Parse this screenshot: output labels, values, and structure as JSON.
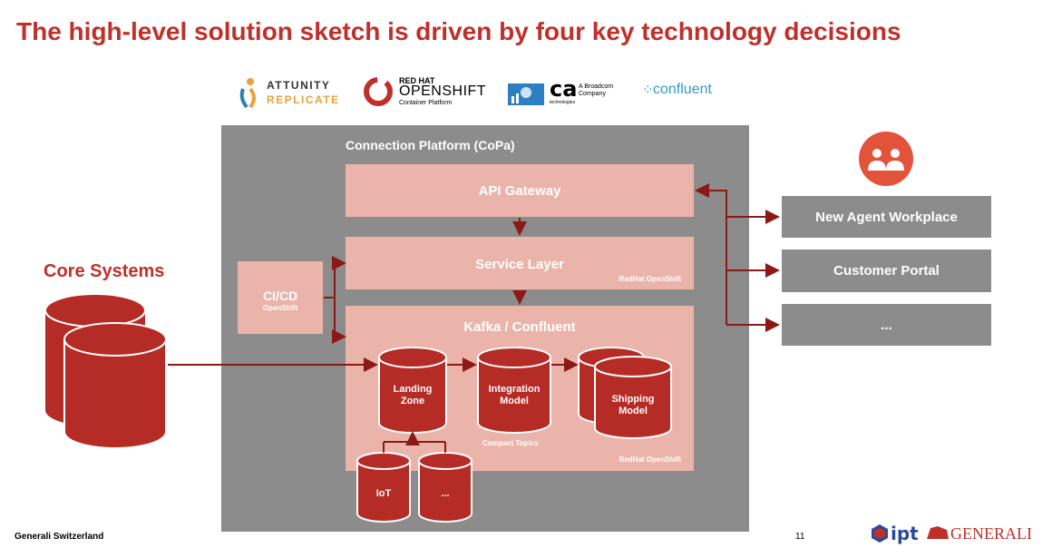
{
  "title": "The high-level solution sketch is driven by four key technology decisions",
  "logos": {
    "attunity_top": "ATTUNITY",
    "attunity_bottom": "REPLICATE",
    "redhat_top": "RED HAT",
    "redhat_mid": "OPENSHIFT",
    "redhat_sub": "Container Platform",
    "ca_main": "ca",
    "ca_sub": "technologies",
    "ca_right1": "A Broadcom",
    "ca_right2": "Company",
    "confluent": "confluent"
  },
  "platform": {
    "label": "Connection Platform (CoPa)",
    "api_gateway": "API Gateway",
    "service_layer": "Service Layer",
    "service_layer_note": "RedHat OpenShift",
    "cicd_title": "CI/CD",
    "cicd_sub": "OpenShift",
    "kafka": "Kafka / Confluent",
    "kafka_note": "RedHat OpenShift",
    "compact_topics": "Compact Topics",
    "landing_1": "Landing",
    "landing_2": "Zone",
    "integration_1": "Integration",
    "integration_2": "Model",
    "shipping_1": "Shipping",
    "shipping_2": "Model",
    "iot": "IoT",
    "more": "..."
  },
  "core_systems": "Core Systems",
  "consumers": [
    "New Agent Workplace",
    "Customer Portal",
    "..."
  ],
  "footer": {
    "left": "Generali Switzerland",
    "page": "11",
    "ipt": "ipt",
    "generali": "GENERALI"
  },
  "colors": {
    "accent_red": "#c0302b",
    "pink": "#ebb4aa",
    "gray": "#8c8c8c"
  }
}
